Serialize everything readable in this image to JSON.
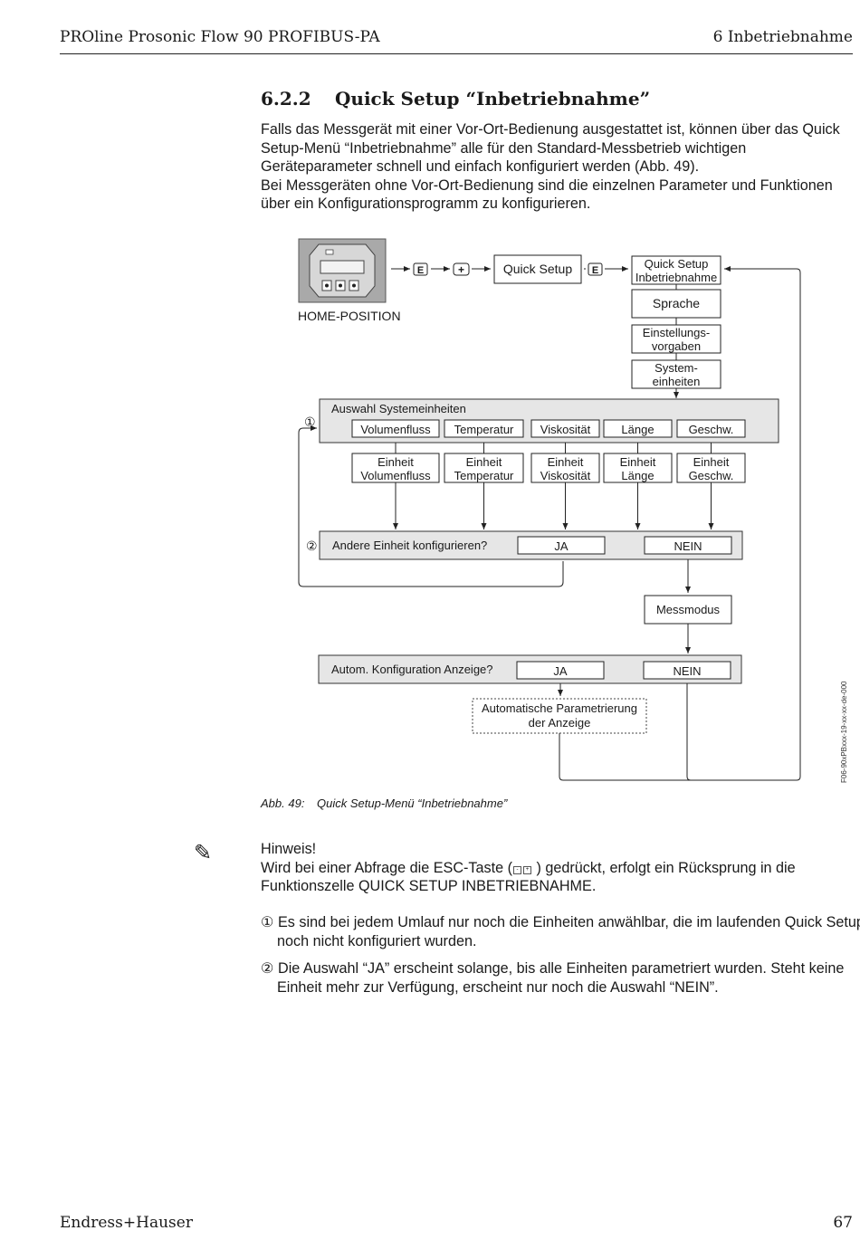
{
  "header": {
    "left": "PROline Prosonic Flow 90 PROFIBUS-PA",
    "right": "6 Inbetriebnahme"
  },
  "section": {
    "number": "6.2.2",
    "title": "Quick Setup “Inbetriebnahme”",
    "paragraph1": "Falls das Messgerät mit einer Vor-Ort-Bedienung ausgestattet ist, können über das Quick Setup-Menü “Inbetriebnahme” alle für den Standard-Messbetrieb wichtigen Geräteparameter schnell und einfach konfiguriert werden (Abb. 49).",
    "paragraph2": "Bei Messgeräten ohne Vor-Ort-Bedienung sind die einzelnen Parameter und Funktionen über ein Konfigurationsprogramm zu konfigurieren."
  },
  "figure": {
    "home_label": "HOME-POSITION",
    "key_e": "E",
    "key_plus": "+",
    "quick_setup": "Quick Setup",
    "qs_inbetrieb_1": "Quick Setup",
    "qs_inbetrieb_2": "Inbetriebnahme",
    "sprache": "Sprache",
    "einstell_1": "Einstellungs-",
    "einstell_2": "vorgaben",
    "system_1": "System-",
    "system_2": "einheiten",
    "marker1": "①",
    "marker2": "②",
    "auswahl_title": "Auswahl Systemeinheiten",
    "units": [
      "Volumenfluss",
      "Temperatur",
      "Viskosität",
      "Länge",
      "Geschw."
    ],
    "einheit_word": "Einheit",
    "einheiten": [
      "Volumenfluss",
      "Temperatur",
      "Viskosität",
      "Länge",
      "Geschw."
    ],
    "andere_title": "Andere Einheit konfigurieren?",
    "ja": "JA",
    "nein": "NEIN",
    "messmodus": "Messmodus",
    "autom_title": "Autom. Konfiguration Anzeige?",
    "auto_param_1": "Automatische Parametrierung",
    "auto_param_2": "der Anzeige",
    "fig_id": "F06-90xPBxxx-19-xx-xx-de-000"
  },
  "caption": {
    "label": "Abb. 49:",
    "text": "Quick Setup-Menü “Inbetriebnahme”"
  },
  "note": {
    "title": "Hinweis!",
    "line_a": "Wird bei einer Abfrage die ESC-Taste (",
    "line_b": ") gedrückt, erfolgt ein Rücksprung in die Funktionszelle QUICK SETUP INBETRIEBNAHME.",
    "esc_minus": "-",
    "esc_plus": "+",
    "item1": "① Es sind bei jedem Umlauf nur noch die Einheiten anwählbar, die im laufenden Quick Setup noch nicht konfiguriert wurden.",
    "item2": "② Die Auswahl “JA” erscheint solange, bis alle Einheiten parametriert wurden. Steht keine Einheit mehr zur Verfügung, erscheint nur noch die Auswahl “NEIN”."
  },
  "footer": {
    "brand": "Endress+Hauser",
    "page": "67"
  }
}
